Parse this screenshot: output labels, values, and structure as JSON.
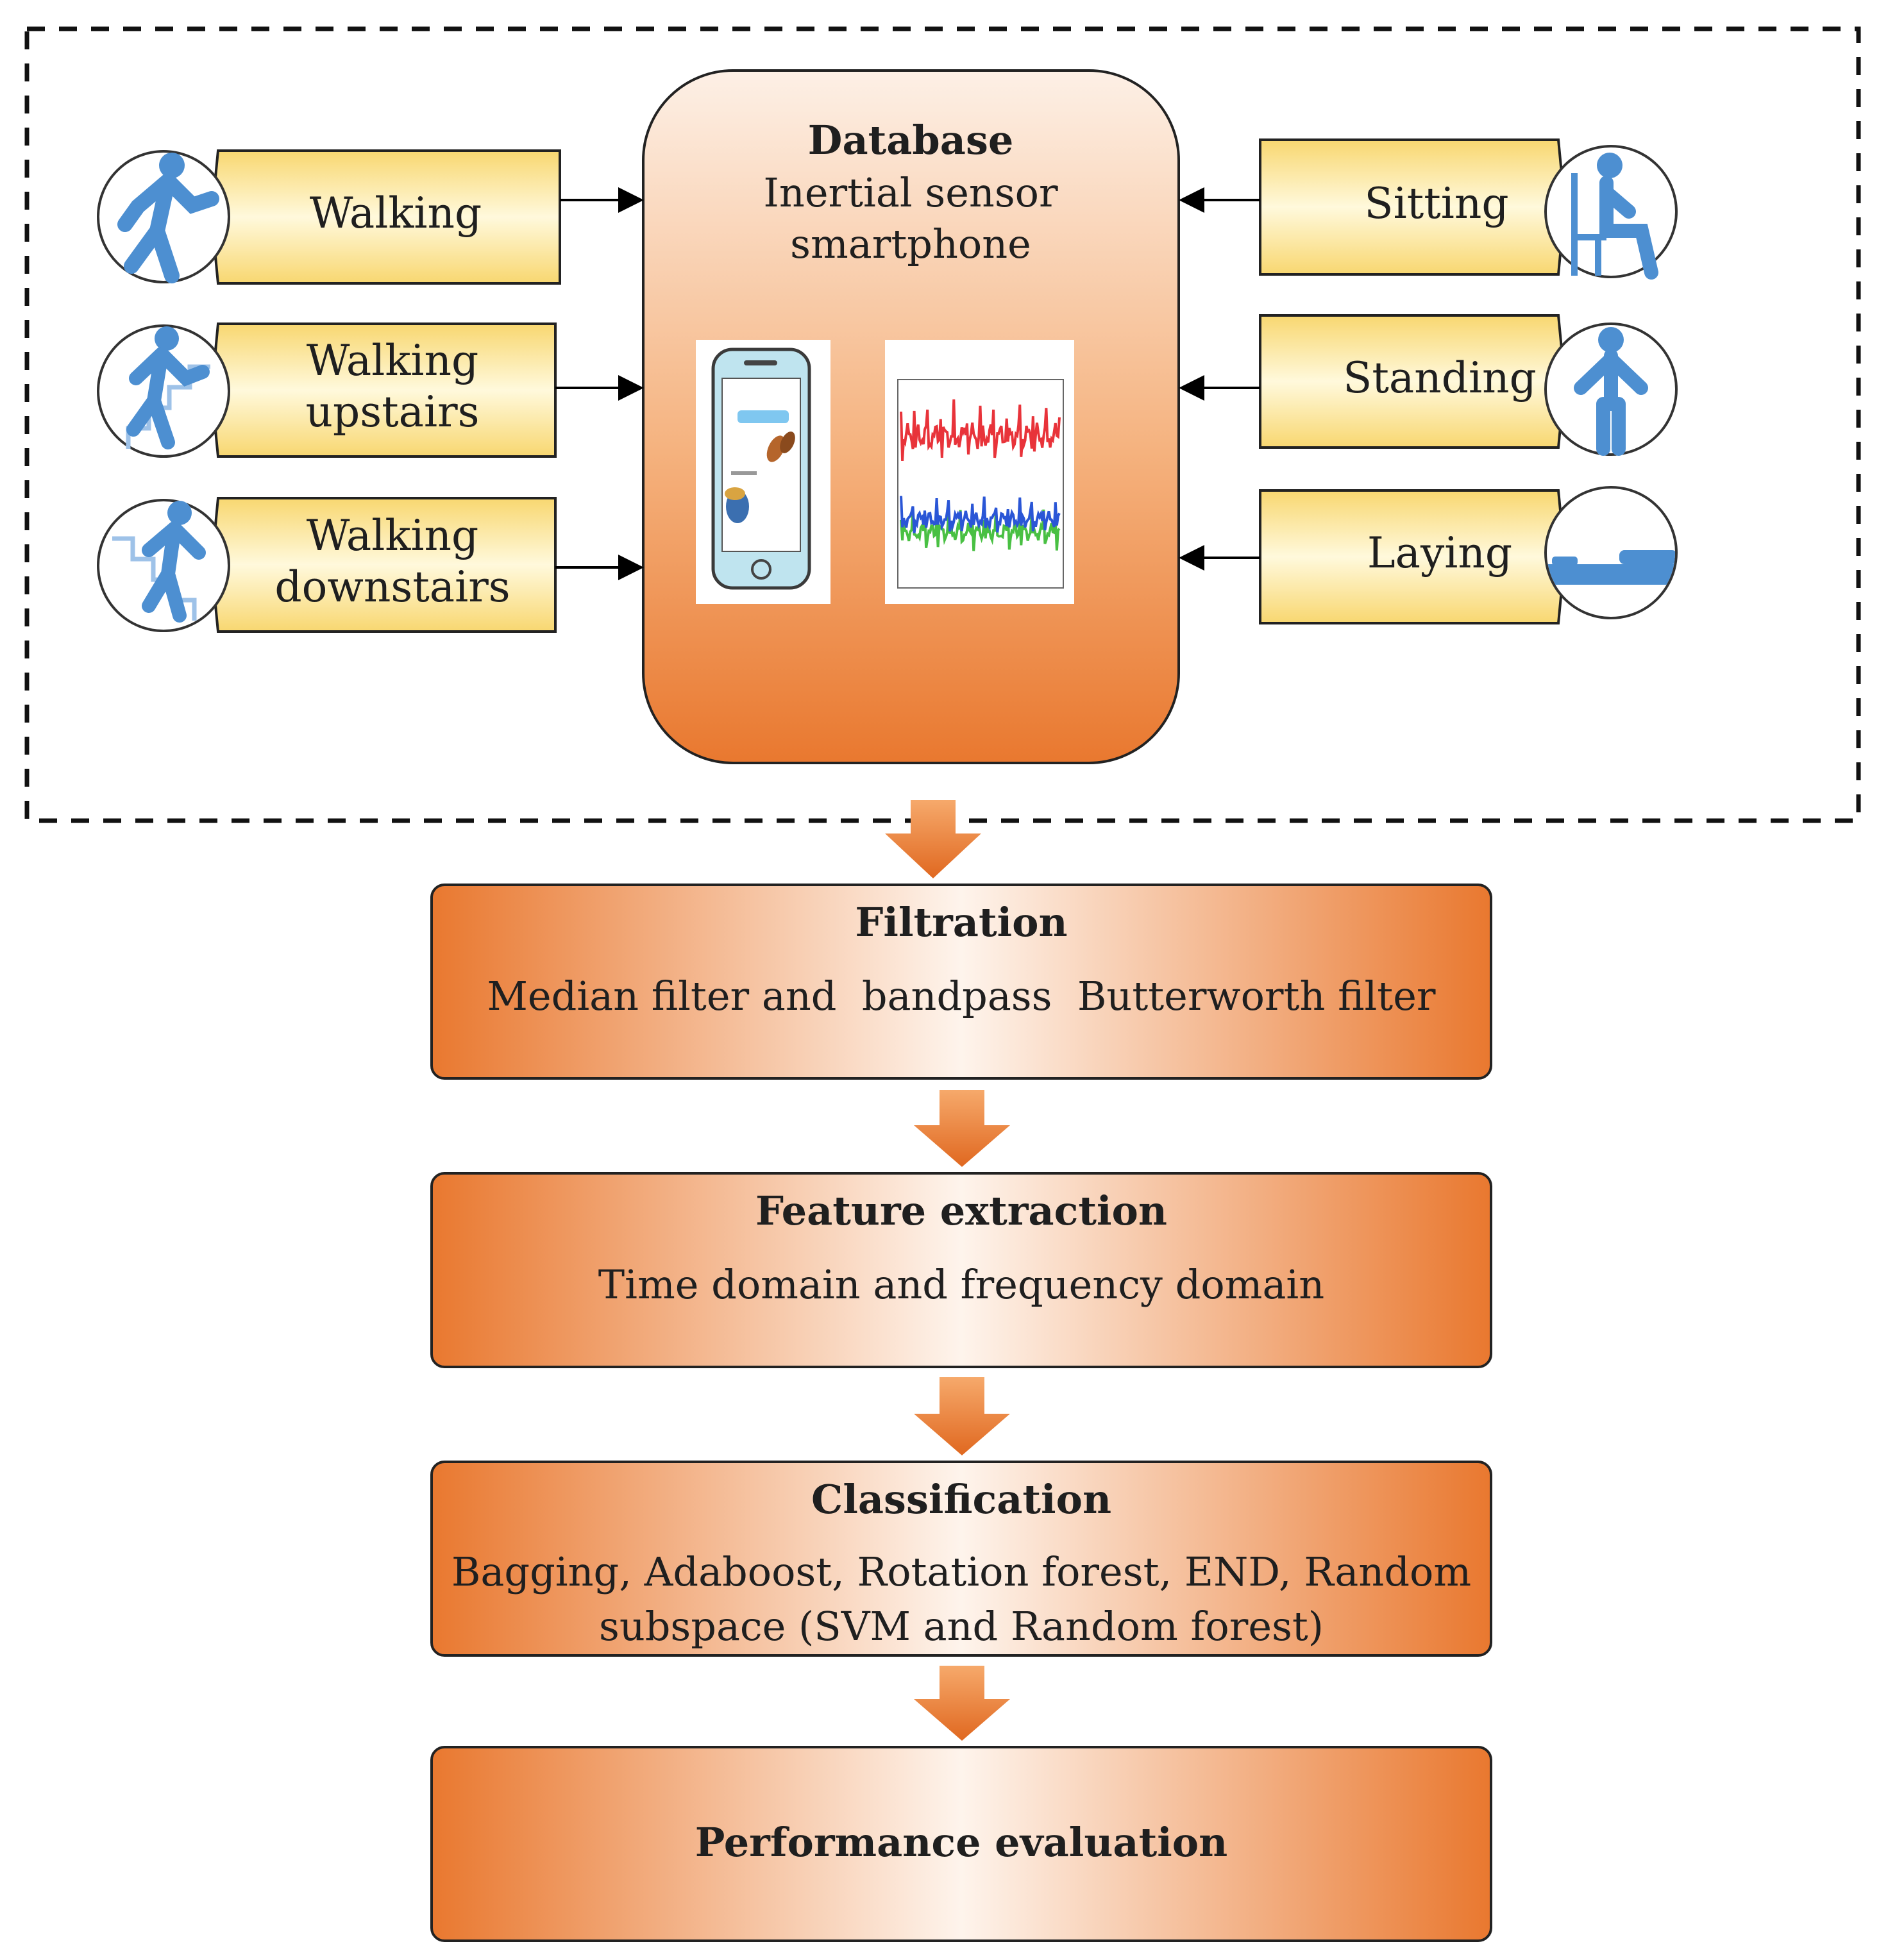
{
  "activities_left": [
    {
      "lines": [
        "Walking"
      ],
      "icon": "walking-person-icon"
    },
    {
      "lines": [
        "Walking",
        "upstairs"
      ],
      "icon": "walking-upstairs-icon"
    },
    {
      "lines": [
        "Walking",
        "downstairs"
      ],
      "icon": "walking-downstairs-icon"
    }
  ],
  "activities_right": [
    {
      "lines": [
        "Sitting"
      ],
      "icon": "sitting-person-icon"
    },
    {
      "lines": [
        "Standing"
      ],
      "icon": "standing-person-icon"
    },
    {
      "lines": [
        "Laying"
      ],
      "icon": "laying-person-icon"
    }
  ],
  "database": {
    "title": "Database",
    "subtitle_lines": [
      "Inertial sensor",
      "smartphone"
    ],
    "images": [
      "smartphone-icon",
      "sensor-signal-plot-icon"
    ]
  },
  "pipeline": [
    {
      "title": "Filtration",
      "lines": [
        "Median filter and  bandpass  Butterworth filter"
      ]
    },
    {
      "title": "Feature extraction",
      "lines": [
        "Time domain and frequency domain"
      ]
    },
    {
      "title": "Classification",
      "lines": [
        "Bagging, Adaboost, Rotation forest, END, Random",
        "subspace (SVM and Random forest)"
      ]
    },
    {
      "title": "Performance evaluation",
      "lines": []
    }
  ],
  "colors": {
    "orange_dark": "#e9782f",
    "orange_light": "#fdf0e6",
    "label_yellow_dark": "#f8d770",
    "label_yellow_light": "#fff9dc",
    "icon_blue": "#4d8fd1",
    "signal_red": "#e8333a",
    "signal_blue": "#2a56d6",
    "signal_green": "#49c043"
  }
}
